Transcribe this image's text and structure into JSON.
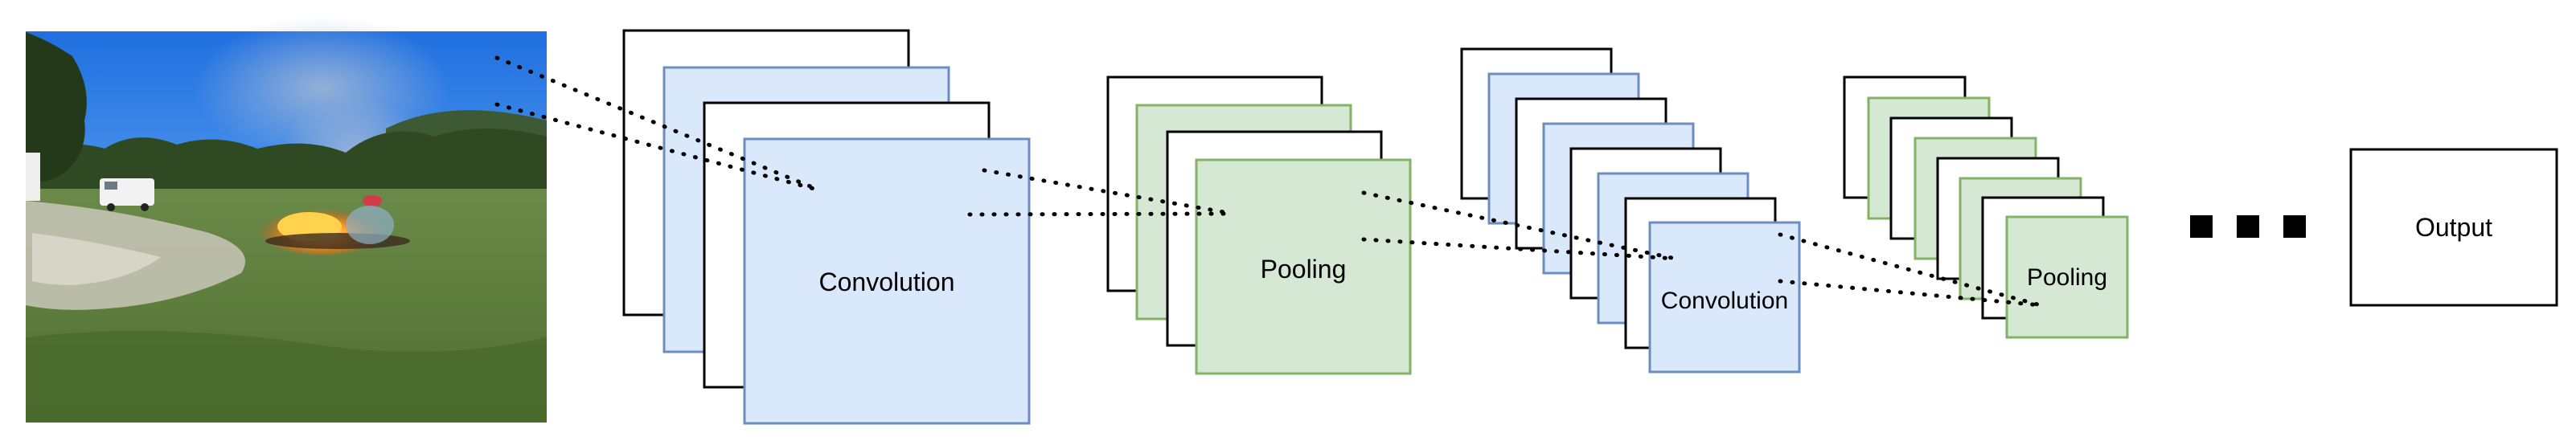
{
  "diagram": {
    "labels": {
      "conv1": "Convolution",
      "pool1": "Pooling",
      "conv2": "Convolution",
      "pool2": "Pooling",
      "output": "Output"
    },
    "input_image": {
      "subject": "outdoor scene with a fire and smoke in a grassy field, trees, a white van and a blue sky"
    },
    "colors": {
      "conv_fill": "#dae8fc",
      "conv_stroke": "#6c8ebf",
      "pool_fill": "#d5e8d4",
      "pool_stroke": "#82b366",
      "plain_fill": "#ffffff",
      "plain_stroke": "#000000"
    }
  }
}
